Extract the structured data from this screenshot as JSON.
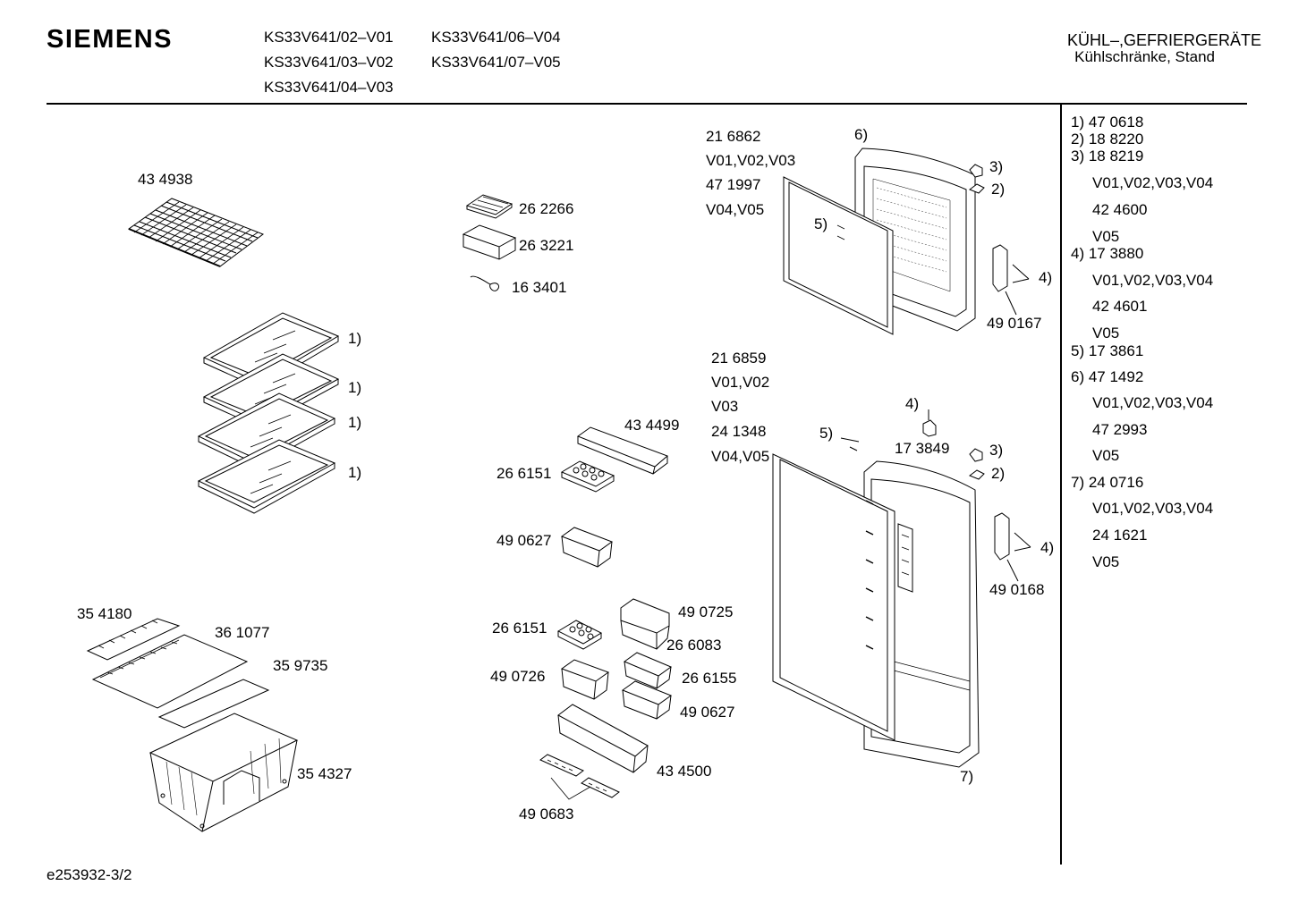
{
  "header": {
    "brand": "SIEMENS",
    "models": [
      "KS33V641/02–V01",
      "KS33V641/03–V02",
      "KS33V641/04–V03",
      "KS33V641/06–V04",
      "KS33V641/07–V05"
    ],
    "category": "KÜHL–,GEFRIERGERÄTE",
    "subcategory": "Kühlschränke, Stand"
  },
  "parts": {
    "p434938": "43 4938",
    "p262266": "26 2266",
    "p263221": "26 3221",
    "p163401": "16 3401",
    "p434499": "43 4499",
    "p266151a": "26 6151",
    "p490627a": "49 0627",
    "p354180": "35 4180",
    "p361077": "36 1077",
    "p359735": "35 9735",
    "p354327": "35 4327",
    "p490725": "49 0725",
    "p266151b": "26 6151",
    "p266083": "26 6083",
    "p490726": "49 0726",
    "p266155": "26 6155",
    "p490627b": "49 0627",
    "p434500": "43 4500",
    "p490683": "49 0683",
    "p216862": "21 6862",
    "v010203": "V01,V02,V03",
    "p471997": "47 1997",
    "v0405a": "V04,V05",
    "p490167": "49 0167",
    "p216859": "21 6859",
    "v0102": "V01,V02",
    "v03": "V03",
    "p241348": "24 1348",
    "v0405b": "V04,V05",
    "p173849": "17 3849",
    "p490168": "49 0168"
  },
  "refs": {
    "shelf1": "1)",
    "shelf2": "1)",
    "shelf3": "1)",
    "shelf4": "1)",
    "top6": "6)",
    "top3": "3)",
    "top2": "2)",
    "top5": "5)",
    "top4": "4)",
    "bot4a": "4)",
    "bot5": "5)",
    "bot3": "3)",
    "bot2": "2)",
    "bot4b": "4)",
    "bot7": "7)"
  },
  "legend": [
    "1)  47 0618",
    "2)  18 8220",
    "3)  18 8219",
    "V01,V02,V03,V04",
    "42 4600",
    "V05",
    "4)  17 3880",
    "V01,V02,V03,V04",
    "42 4601",
    "V05",
    "5)  17 3861",
    "6)  47 1492",
    "V01,V02,V03,V04",
    "47 2993",
    "V05",
    "7)  24 0716",
    "V01,V02,V03,V04",
    "24 1621",
    "V05"
  ],
  "footer": {
    "doc_id": "e253932-3/2"
  }
}
